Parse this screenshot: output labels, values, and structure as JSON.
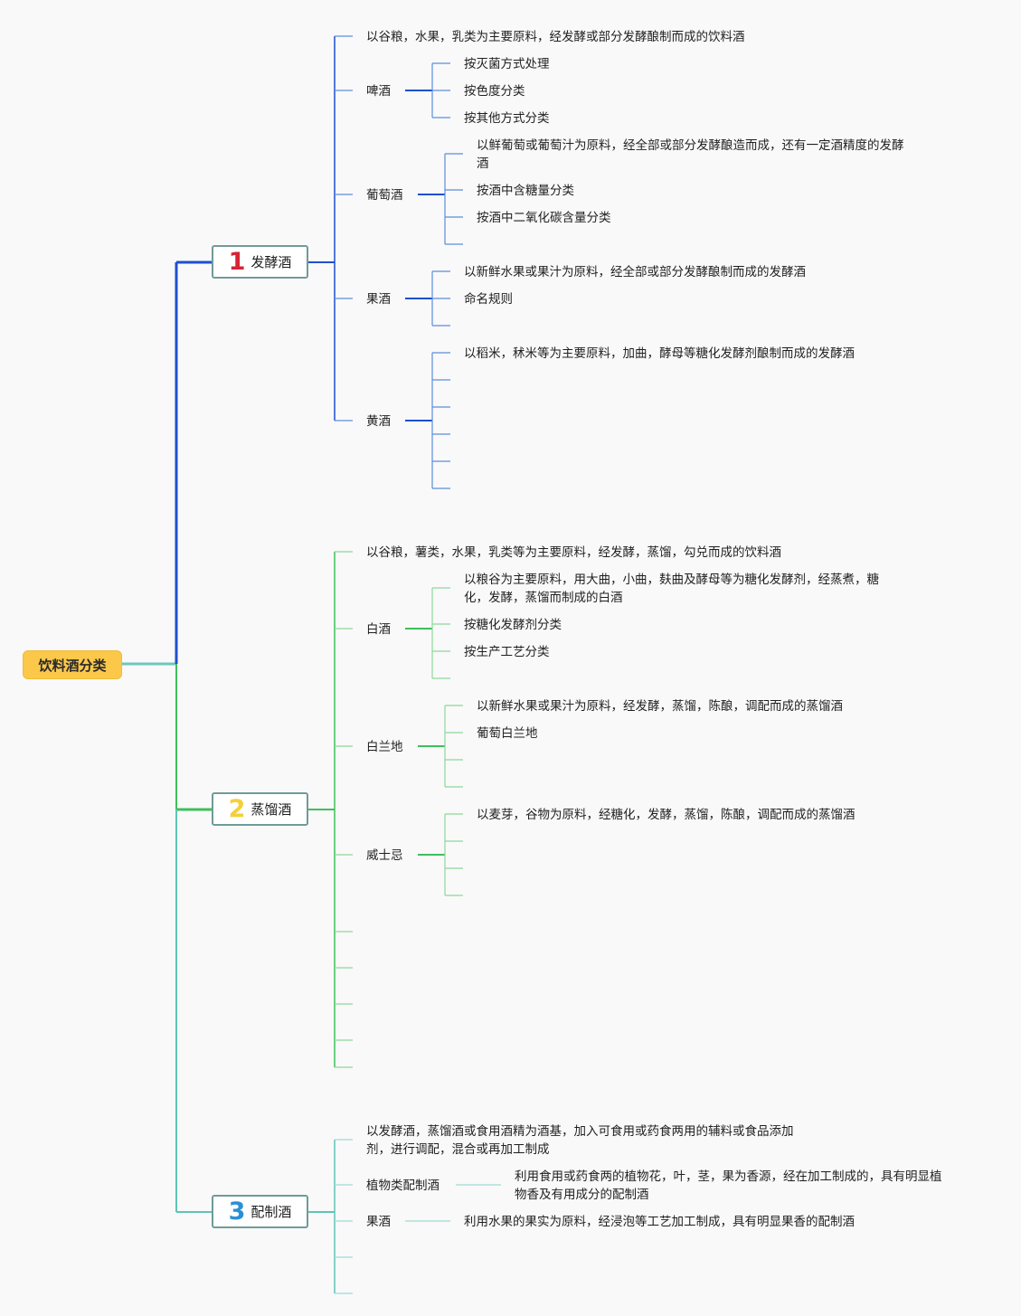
{
  "root": {
    "label": "饮料酒分类"
  },
  "categories": [
    {
      "num": "1",
      "num_color": "#d62433",
      "label": "发酵酒",
      "line_color": "#1f4fcf",
      "thin_color": "#5b8edb",
      "desc": [
        "以谷粮，水果，乳类为主要原料，经发酵或部分发酵酿制而成的饮料酒"
      ],
      "items": [
        {
          "label": "啤酒",
          "children": [
            [
              "按灭菌方式处理"
            ],
            [
              "按色度分类"
            ],
            [
              "按其他方式分类"
            ]
          ]
        },
        {
          "label": "葡萄酒",
          "children": [
            [
              "以鲜葡萄或葡萄汁为原料，经全部或部分发酵酿造而成，还有一定酒精度的发酵",
              "酒"
            ],
            [
              "按酒中含糖量分类"
            ],
            [
              "按酒中二氧化碳含量分类"
            ]
          ]
        },
        {
          "label": "果酒",
          "children": [
            [
              "以新鲜水果或果汁为原料，经全部或部分发酵酿制而成的发酵酒"
            ],
            [
              "命名规则"
            ]
          ]
        },
        {
          "label": "黄酒",
          "children": [
            [
              "以稻米，秫米等为主要原料，加曲，酵母等糖化发酵剂酿制而成的发酵酒"
            ]
          ]
        }
      ]
    },
    {
      "num": "2",
      "num_color": "#f5cf3a",
      "label": "蒸馏酒",
      "line_color": "#3fbf5a",
      "thin_color": "#8dd89b",
      "desc": [
        "以谷粮，薯类，水果，乳类等为主要原料，经发酵，蒸馏，勾兑而成的饮料酒"
      ],
      "items": [
        {
          "label": "白酒",
          "children": [
            [
              "以粮谷为主要原料，用大曲，小曲，麸曲及酵母等为糖化发酵剂，经蒸煮，糖",
              "化，发酵，蒸馏而制成的白酒"
            ],
            [
              "按糖化发酵剂分类"
            ],
            [
              "按生产工艺分类"
            ]
          ]
        },
        {
          "label": "白兰地",
          "children": [
            [
              "以新鲜水果或果汁为原料，经发酵，蒸馏，陈酿，调配而成的蒸馏酒"
            ],
            [
              "葡萄白兰地"
            ]
          ]
        },
        {
          "label": "威士忌",
          "children": [
            [
              "以麦芽，谷物为原料，经糖化，发酵，蒸馏，陈酿，调配而成的蒸馏酒"
            ]
          ]
        }
      ]
    },
    {
      "num": "3",
      "num_color": "#2b8fd6",
      "label": "配制酒",
      "line_color": "#5ec4b5",
      "thin_color": "#9fdcd3",
      "desc": [
        "以发酵酒，蒸馏酒或食用酒精为酒基，加入可食用或药食两用的辅料或食品添加",
        "剂，进行调配，混合或再加工制成"
      ],
      "items": [
        {
          "label": "植物类配制酒",
          "children": [
            [
              "利用食用或药食两的植物花，叶，茎，果为香源，经在加工制成的，具有明显植",
              "物香及有用成分的配制酒"
            ]
          ]
        },
        {
          "label": "果酒",
          "children": [
            [
              "利用水果的果实为原料，经浸泡等工艺加工制成，具有明显果香的配制酒"
            ]
          ]
        }
      ]
    }
  ]
}
